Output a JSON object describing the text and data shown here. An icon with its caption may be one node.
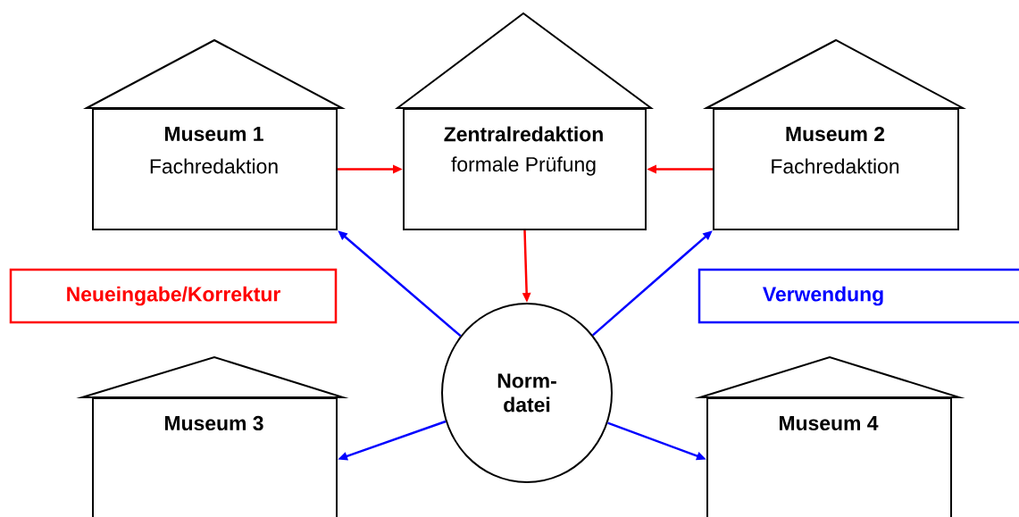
{
  "diagram": {
    "nodes": [
      {
        "text": [
          "Museum 1",
          "Fachredaktion"
        ]
      },
      {
        "text": [
          "Zentralredaktion",
          "formale Prüfung"
        ]
      },
      {
        "text": [
          "Museum 2",
          "Fachredaktion"
        ]
      },
      {
        "text": [
          "Norm- datei"
        ]
      },
      {
        "text": [
          "Museum 3"
        ]
      },
      {
        "text": [
          "Museum 4"
        ]
      }
    ],
    "edges": [
      {
        "from": 0,
        "to": 1,
        "arrow": "to",
        "color": "#ff0000"
      },
      {
        "from": 2,
        "to": 1,
        "arrow": "to",
        "color": "#ff0000"
      },
      {
        "from": 1,
        "to": 3,
        "arrow": "to",
        "color": "#ff0000"
      },
      {
        "from": 3,
        "to": 0,
        "arrow": "to"
      },
      {
        "from": 3,
        "to": 2,
        "arrow": "to"
      },
      {
        "from": 3,
        "to": 4,
        "arrow": "to"
      },
      {
        "from": 3,
        "to": 5,
        "arrow": "to"
      }
    ],
    "legend": [
      {
        "text": "Neueingabe/Korrektur",
        "color": "#ff0000"
      },
      {
        "text": "Verwendung",
        "color": "#0000ff"
      }
    ]
  }
}
